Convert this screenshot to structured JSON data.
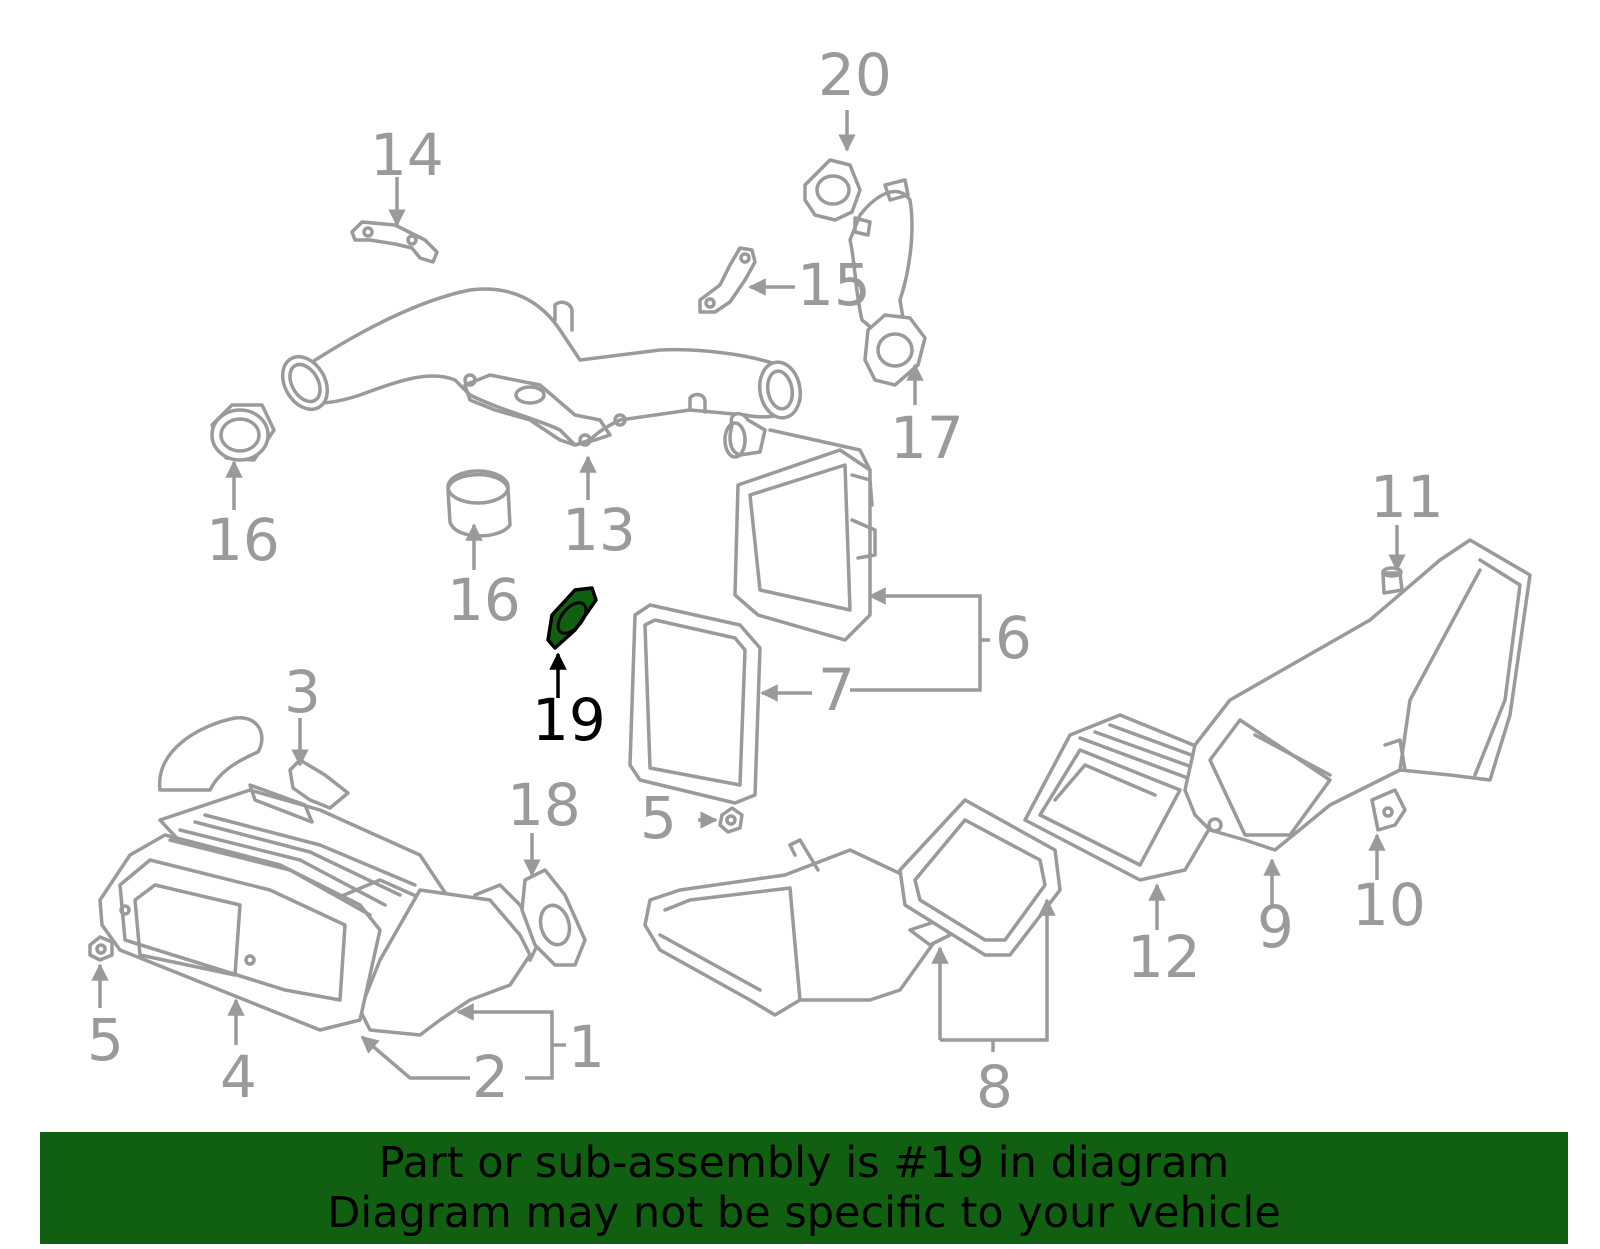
{
  "callouts": {
    "c1": "1",
    "c2": "2",
    "c3": "3",
    "c4": "4",
    "c5a": "5",
    "c5b": "5",
    "c6": "6",
    "c7": "7",
    "c8": "8",
    "c9": "9",
    "c10": "10",
    "c11": "11",
    "c12": "12",
    "c13": "13",
    "c14": "14",
    "c15": "15",
    "c16a": "16",
    "c16b": "16",
    "c17": "17",
    "c18": "18",
    "c19": "19",
    "c20": "20"
  },
  "highlighted_part": "19",
  "colors": {
    "line": "#9a9a9a",
    "highlight_fill": "#116011",
    "highlight_text": "#000000",
    "banner": "#116011"
  },
  "banner": {
    "line1": "Part or sub-assembly is #19 in diagram",
    "line2": "Diagram may not be specific to your vehicle"
  }
}
